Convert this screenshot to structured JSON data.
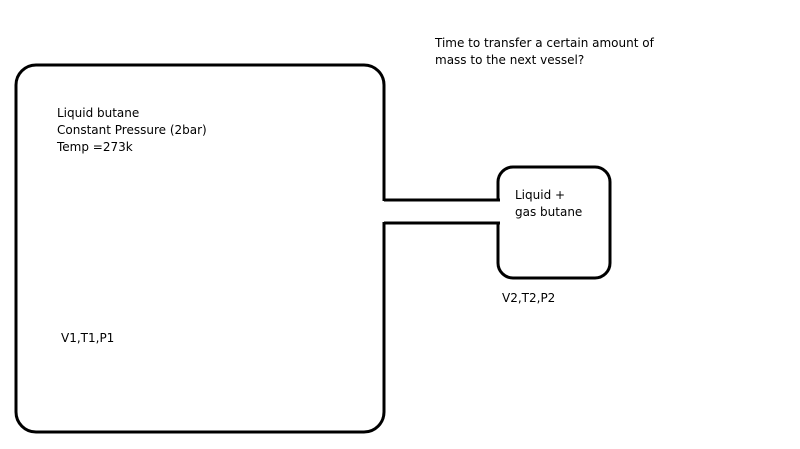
{
  "question": {
    "line1": "Time to transfer a certain amount of",
    "line2": "mass to the next vessel?"
  },
  "vessel1": {
    "description": [
      "Liquid butane",
      "Constant Pressure (2bar)",
      "Temp =273k"
    ],
    "variables": "V1,T1,P1"
  },
  "vessel2": {
    "description": [
      "Liquid +",
      "gas butane"
    ],
    "variables": "V2,T2,P2"
  },
  "colors": {
    "stroke": "#000000",
    "background": "#ffffff"
  }
}
